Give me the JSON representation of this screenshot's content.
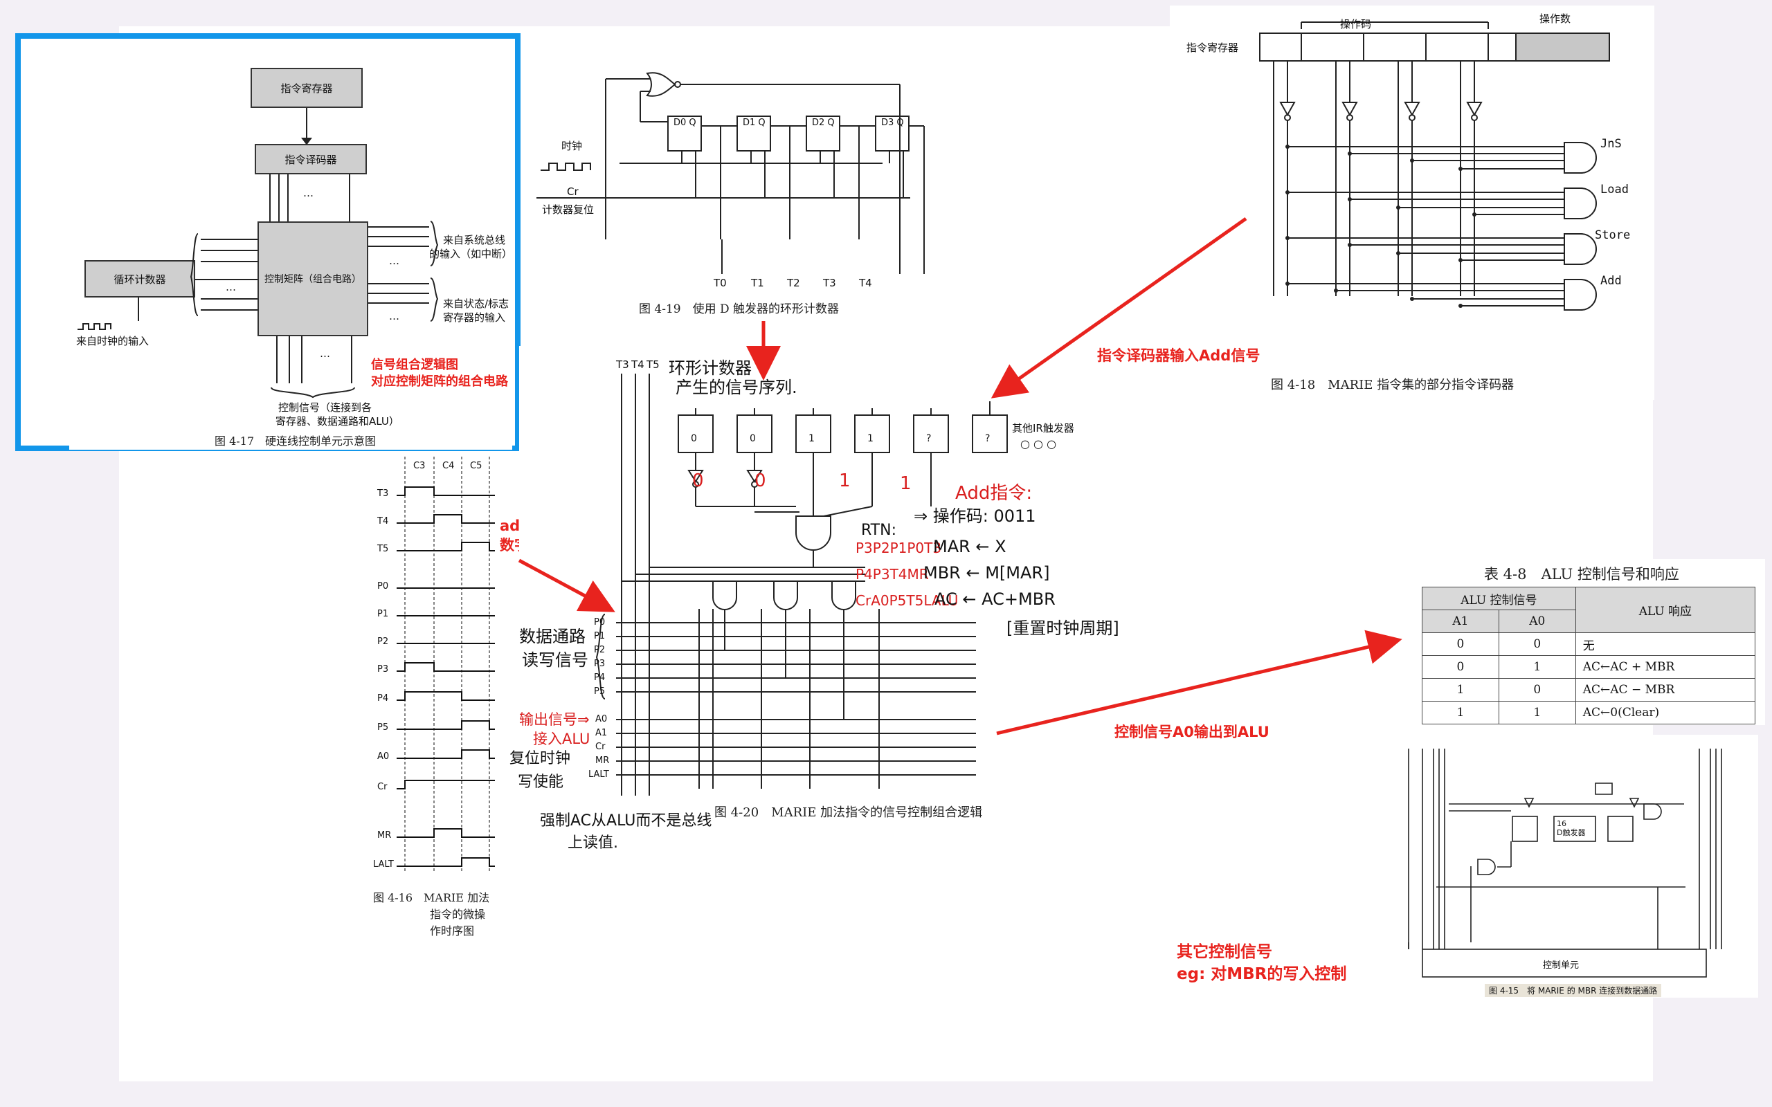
{
  "fig17": {
    "ir": "指令寄存器",
    "decoder": "指令译码器",
    "matrix": "控制矩阵（组合电路）",
    "counter": "循环计数器",
    "clock_in": "来自时钟的输入",
    "bus_in_1": "来自系统总线",
    "bus_in_2": "的输入（如中断）",
    "flag_in_1": "来自状态/标志",
    "flag_in_2": "寄存器的输入",
    "out_1": "控制信号（连接到各",
    "out_2": "寄存器、数据通路和ALU）",
    "caption": "图 4-17　硬连线控制单元示意图",
    "dots": "…",
    "note1": "信号组合逻辑图",
    "note2": "对应控制矩阵的组合电路"
  },
  "fig19": {
    "clock": "时钟",
    "cr": "Cr",
    "reset": "计数器复位",
    "ff": [
      "D0 Q",
      "D1 Q",
      "D2 Q",
      "D3 Q"
    ],
    "outputs": [
      "T0",
      "T1",
      "T2",
      "T3",
      "T4"
    ],
    "caption": "图 4-19　使用 D 触发器的环形计数器"
  },
  "fig18": {
    "opcode": "操作码",
    "operand": "操作数",
    "ir": "指令寄存器",
    "gates": [
      "JnS",
      "Load",
      "Store",
      "Add"
    ],
    "caption": "图 4-18　MARIE 指令集的部分指令译码器",
    "note": "指令译码器输入Add信号"
  },
  "fig16": {
    "cols": [
      "C3",
      "C4",
      "C5"
    ],
    "rows": [
      "T3",
      "T4",
      "T5",
      "P0",
      "P1",
      "P2",
      "P3",
      "P4",
      "P5",
      "A0",
      "Cr",
      "MR",
      "LALT"
    ],
    "caption_1": "图 4-16　MARIE 加法",
    "caption_2": "指令的微操",
    "caption_3": "作时序图",
    "note1": "add指令",
    "note2": "数字逻辑时序图"
  },
  "fig20": {
    "top_t": [
      "T3",
      "T4",
      "T5"
    ],
    "ring_note_1": "环形计数器",
    "ring_note_2": "产生的信号序列.",
    "ff_vals": [
      "0",
      "0",
      "1",
      "1",
      "?",
      "?"
    ],
    "other_ff": "其他IR触发器",
    "circles": "○ ○ ○",
    "bits": [
      "0",
      "0",
      "1",
      "1"
    ],
    "add_1": "Add指令:",
    "add_2": "⇒ 操作码: 0011",
    "rtn": "RTN:",
    "rtn_rows": [
      {
        "sig": "P3P2P1P0T3",
        "arrow": "MAR ← X"
      },
      {
        "sig": "P4P3T4MR",
        "arrow": "MBR ← M[MAR]"
      },
      {
        "sig": "CrA0P5T5LALU",
        "arrow": "AC ← AC+MBR"
      }
    ],
    "reset_note": "[重置时钟周期]",
    "signals": [
      "P0",
      "P1",
      "P2",
      "P3",
      "P4",
      "P5",
      "A0",
      "A1",
      "Cr",
      "MR",
      "LALT"
    ],
    "data_path_1": "数据通路",
    "data_path_2": "读写信号",
    "out_sig_1": "输出信号⇒",
    "out_sig_2": "接入ALU",
    "reset_clk": "复位时钟",
    "write_en": "写使能",
    "force_1": "强制AC从ALU而不是总线",
    "force_2": "上读值.",
    "caption": "图 4-20　MARIE 加法指令的信号控制组合逻辑"
  },
  "table48": {
    "title": "表 4-8　ALU 控制信号和响应",
    "h_signal": "ALU 控制信号",
    "h_a1": "A1",
    "h_a0": "A0",
    "h_resp": "ALU 响应",
    "rows": [
      {
        "a1": "0",
        "a0": "0",
        "resp": "无"
      },
      {
        "a1": "0",
        "a0": "1",
        "resp": "AC←AC + MBR"
      },
      {
        "a1": "1",
        "a0": "0",
        "resp": "AC←AC − MBR"
      },
      {
        "a1": "1",
        "a0": "1",
        "resp": "AC←0(Clear)"
      }
    ],
    "note": "控制信号A0输出到ALU"
  },
  "fig15": {
    "ff": "16\nD触发器",
    "cu": "控制单元",
    "caption": "图 4-15　将 MARIE 的 MBR 连接到数据通路",
    "note1": "其它控制信号",
    "note2": "eg: 对MBR的写入控制"
  }
}
